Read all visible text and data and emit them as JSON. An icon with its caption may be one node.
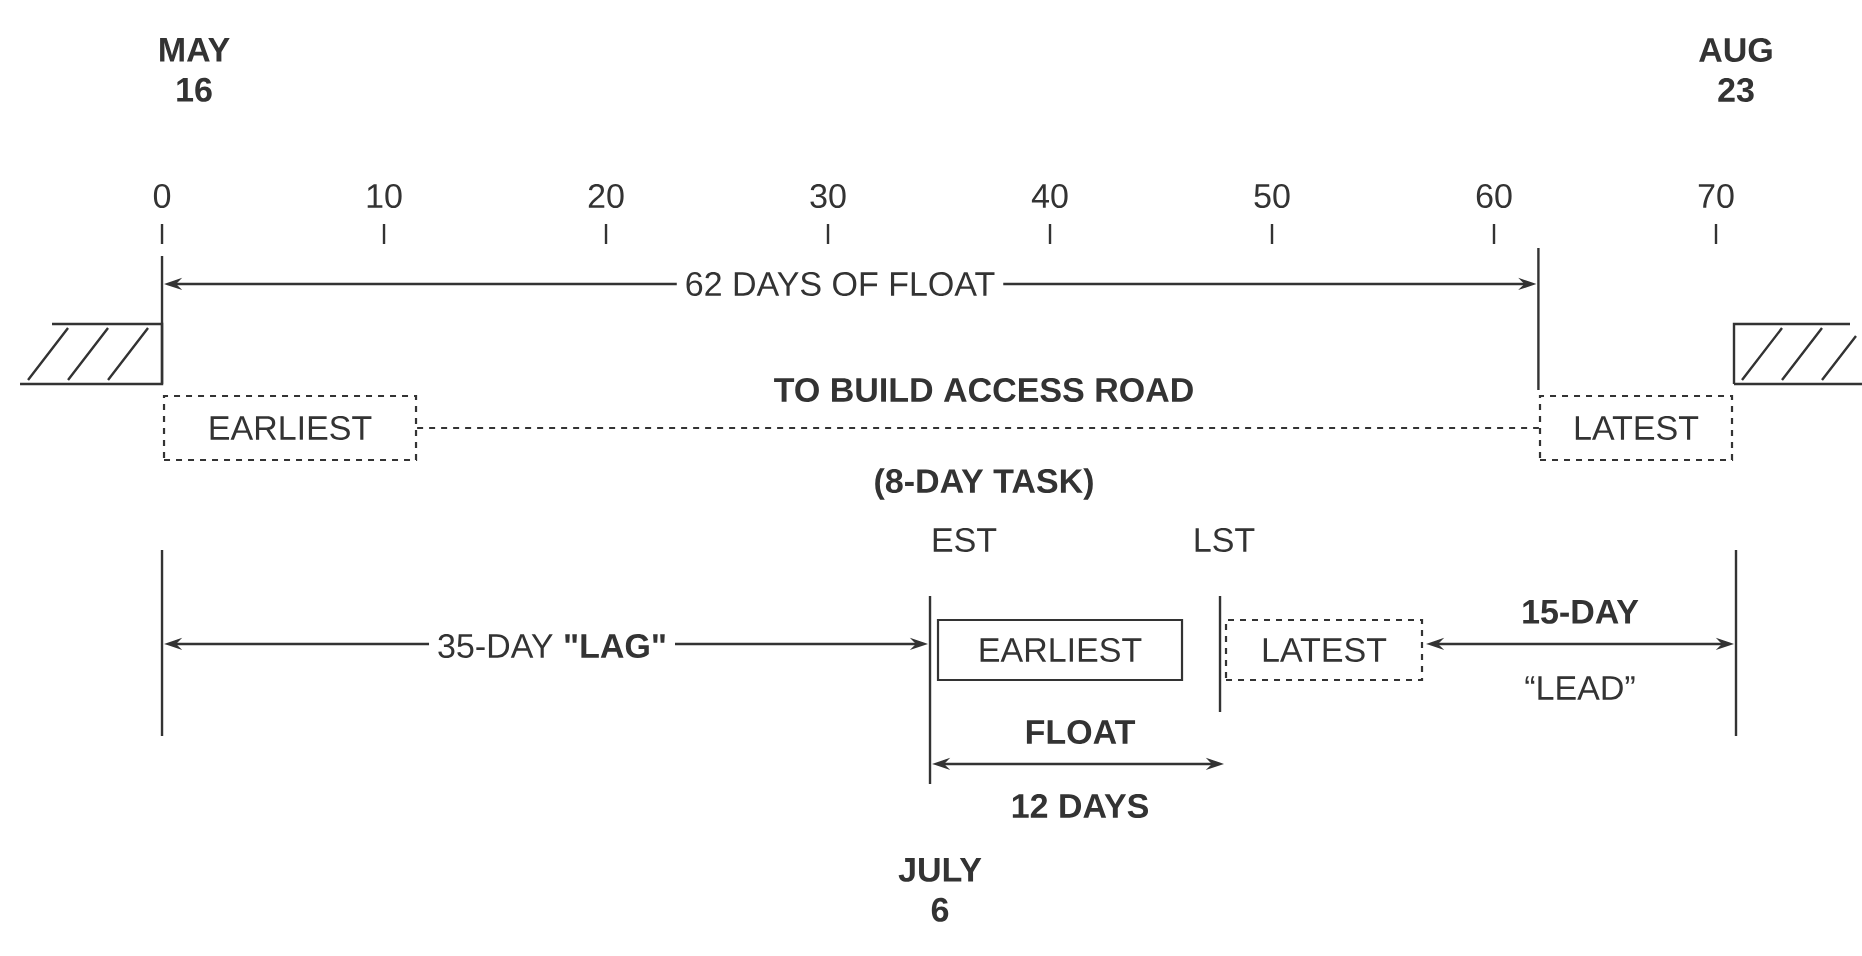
{
  "diagram": {
    "nodes": [
      {
        "text": [
          "EARLIEST"
        ]
      },
      {
        "text": [
          "LATEST"
        ]
      },
      {
        "text": [
          "EARLIEST"
        ]
      },
      {
        "text": [
          "LATEST"
        ]
      }
    ],
    "edges": [
      {
        "from": 0,
        "to": 1,
        "arrow": "none",
        "style": "dashed"
      }
    ],
    "labels": [
      "MAY 16",
      "AUG 23",
      "0",
      "10",
      "20",
      "30",
      "40",
      "50",
      "60",
      "70",
      "62 DAYS OF FLOAT",
      "TO BUILD ACCESS ROAD",
      "(8-DAY TASK)",
      "EST",
      "LST",
      "35-DAY **\"LAG\"**",
      "15-DAY",
      "“LEAD”",
      "FLOAT",
      "12 DAYS",
      "JULY 6"
    ]
  }
}
